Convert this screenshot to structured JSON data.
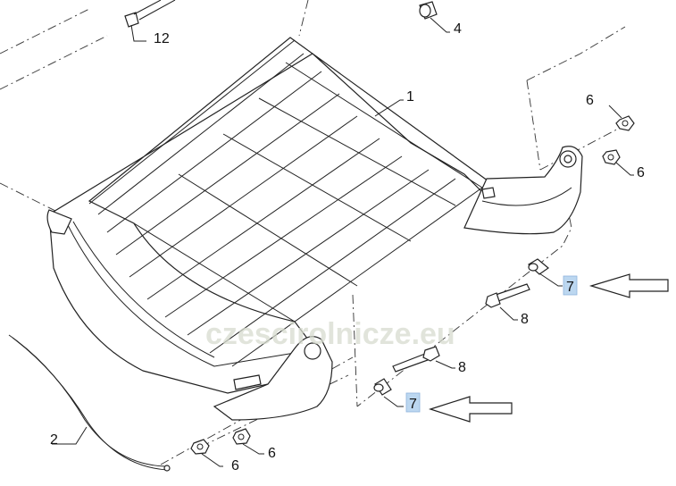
{
  "watermark": {
    "text": "czescirolnicze.eu"
  },
  "callouts": [
    {
      "id": "c1",
      "label": "1",
      "highlighted": false
    },
    {
      "id": "c2",
      "label": "2",
      "highlighted": false
    },
    {
      "id": "c4",
      "label": "4",
      "highlighted": false
    },
    {
      "id": "c6a",
      "label": "6",
      "highlighted": false
    },
    {
      "id": "c6b",
      "label": "6",
      "highlighted": false
    },
    {
      "id": "c6c",
      "label": "6",
      "highlighted": false
    },
    {
      "id": "c6d",
      "label": "6",
      "highlighted": false
    },
    {
      "id": "c7a",
      "label": "7",
      "highlighted": true
    },
    {
      "id": "c7b",
      "label": "7",
      "highlighted": true
    },
    {
      "id": "c8a",
      "label": "8",
      "highlighted": false
    },
    {
      "id": "c8b",
      "label": "8",
      "highlighted": false
    },
    {
      "id": "c12",
      "label": "12",
      "highlighted": false
    }
  ],
  "colors": {
    "highlight": "#bcd7f0",
    "line": "#222222",
    "watermark": "#d7dccf"
  }
}
